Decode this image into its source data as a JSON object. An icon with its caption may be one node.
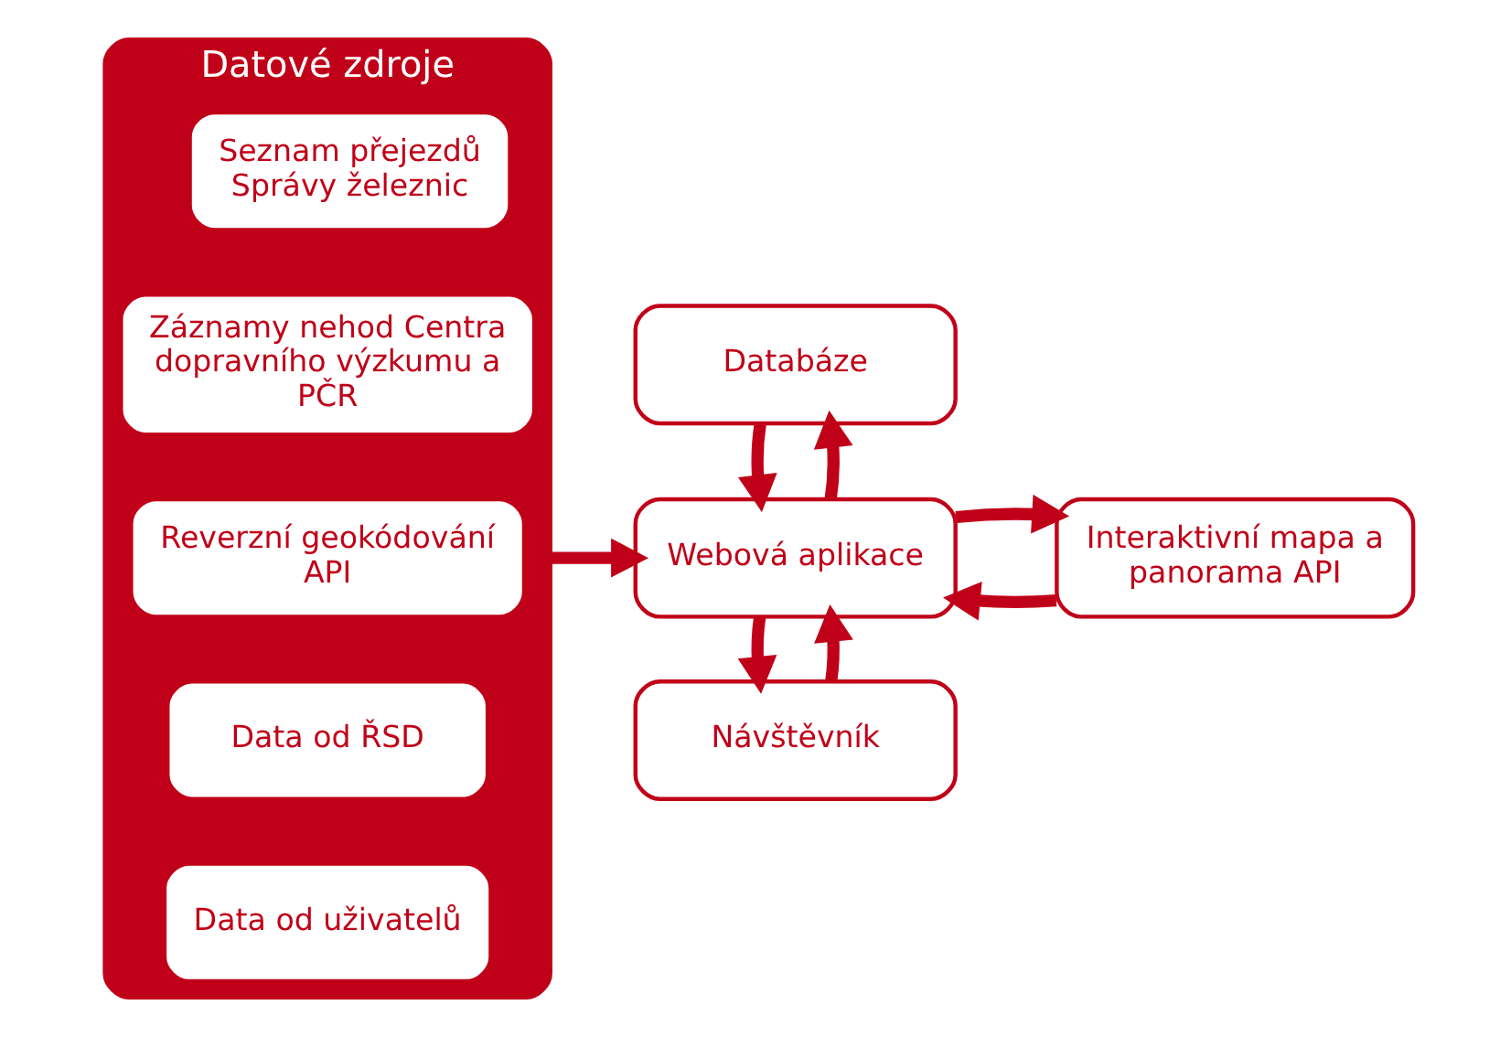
{
  "diagram": {
    "nodes": [
      {
        "text": [
          "Datové zdroje"
        ]
      },
      {
        "text": [
          "Seznam přejezdů Správy železnic"
        ],
        "in": 0
      },
      {
        "text": [
          "Záznamy nehod Centra dopravního výzkumu a PČR"
        ],
        "in": 0
      },
      {
        "text": [
          "Reverzní geokódování API"
        ],
        "in": 0
      },
      {
        "text": [
          "Data od ŘSD"
        ],
        "in": 0
      },
      {
        "text": [
          "Data od uživatelů"
        ],
        "in": 0
      },
      {
        "text": [
          "Databáze"
        ]
      },
      {
        "text": [
          "Webová aplikace"
        ]
      },
      {
        "text": [
          "Návštěvník"
        ]
      },
      {
        "text": [
          "Interaktivní mapa a panorama API"
        ]
      }
    ],
    "edges": [
      {
        "from": 0,
        "to": 7,
        "arrow": "to"
      },
      {
        "from": 7,
        "to": 6,
        "arrow": "to"
      },
      {
        "from": 6,
        "to": 7,
        "arrow": "to"
      },
      {
        "from": 8,
        "to": 7,
        "arrow": "to"
      },
      {
        "from": 7,
        "to": 8,
        "arrow": "to"
      },
      {
        "from": 9,
        "to": 7,
        "arrow": "to"
      },
      {
        "from": 7,
        "to": 9,
        "arrow": "to"
      }
    ]
  }
}
